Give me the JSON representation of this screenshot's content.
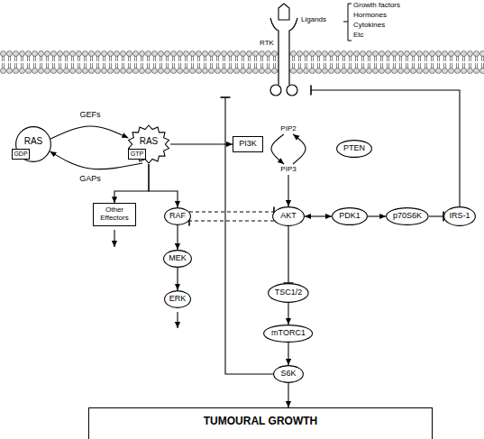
{
  "diagram": {
    "nodes": [
      {
        "text": [
          "RTK"
        ]
      },
      {
        "text": [
          "RAS"
        ]
      },
      {
        "text": [
          "GDP"
        ],
        "in": 1
      },
      {
        "text": [
          "RAS"
        ]
      },
      {
        "text": [
          "GTP"
        ],
        "in": 3
      },
      {
        "text": [
          "PI3K"
        ]
      },
      {
        "text": [
          "PIP2"
        ]
      },
      {
        "text": [
          "PTEN"
        ]
      },
      {
        "text": [
          "PIP3"
        ]
      },
      {
        "text": [
          "Other Effectors"
        ]
      },
      {
        "text": [
          "RAF"
        ]
      },
      {
        "text": [
          "AKT"
        ]
      },
      {
        "text": [
          "PDK1"
        ]
      },
      {
        "text": [
          "p70S6K"
        ]
      },
      {
        "text": [
          "IRS-1"
        ]
      },
      {
        "text": [
          "MEK"
        ]
      },
      {
        "text": [
          "TSC1/2"
        ]
      },
      {
        "text": [
          "ERK"
        ]
      },
      {
        "text": [
          "mTORC1"
        ]
      },
      {
        "text": [
          "S6K"
        ]
      },
      {
        "text": [
          "TUMOURAL GROWTH"
        ]
      }
    ],
    "edges": [
      {
        "from": 1,
        "to": 3,
        "label": "GEFs",
        "arrow": "to"
      },
      {
        "from": 3,
        "to": 1,
        "label": "GAPs",
        "arrow": "to"
      },
      {
        "from": 3,
        "to": 5,
        "arrow": "to"
      },
      {
        "from": 3,
        "to": 9,
        "arrow": "to"
      },
      {
        "from": 3,
        "to": 10,
        "arrow": "to"
      },
      {
        "from": 6,
        "to": 8,
        "arrow": "to"
      },
      {
        "from": 8,
        "to": 6,
        "arrow": "to"
      },
      {
        "from": 8,
        "to": 11,
        "arrow": "to"
      },
      {
        "from": 10,
        "to": 11,
        "arrow": "to"
      },
      {
        "from": 11,
        "to": 10,
        "arrow": "to"
      },
      {
        "from": 11,
        "to": 12,
        "arrow": "both"
      },
      {
        "from": 12,
        "to": 13,
        "arrow": "to"
      },
      {
        "from": 13,
        "to": 14,
        "arrow": "to"
      },
      {
        "from": 14,
        "to": 0,
        "arrow": "to"
      },
      {
        "from": 10,
        "to": 15,
        "arrow": "to"
      },
      {
        "from": 15,
        "to": 17,
        "arrow": "to"
      },
      {
        "from": 11,
        "to": 16,
        "arrow": "to"
      },
      {
        "from": 16,
        "to": 18,
        "arrow": "to"
      },
      {
        "from": 18,
        "to": 19,
        "arrow": "to"
      },
      {
        "from": 19,
        "to": 0,
        "arrow": "to"
      },
      {
        "from": 19,
        "to": 20,
        "arrow": "to"
      }
    ],
    "labels": [
      "Ligands",
      "Growth factors",
      "Hormones",
      "Cytokines",
      "Etc"
    ]
  }
}
